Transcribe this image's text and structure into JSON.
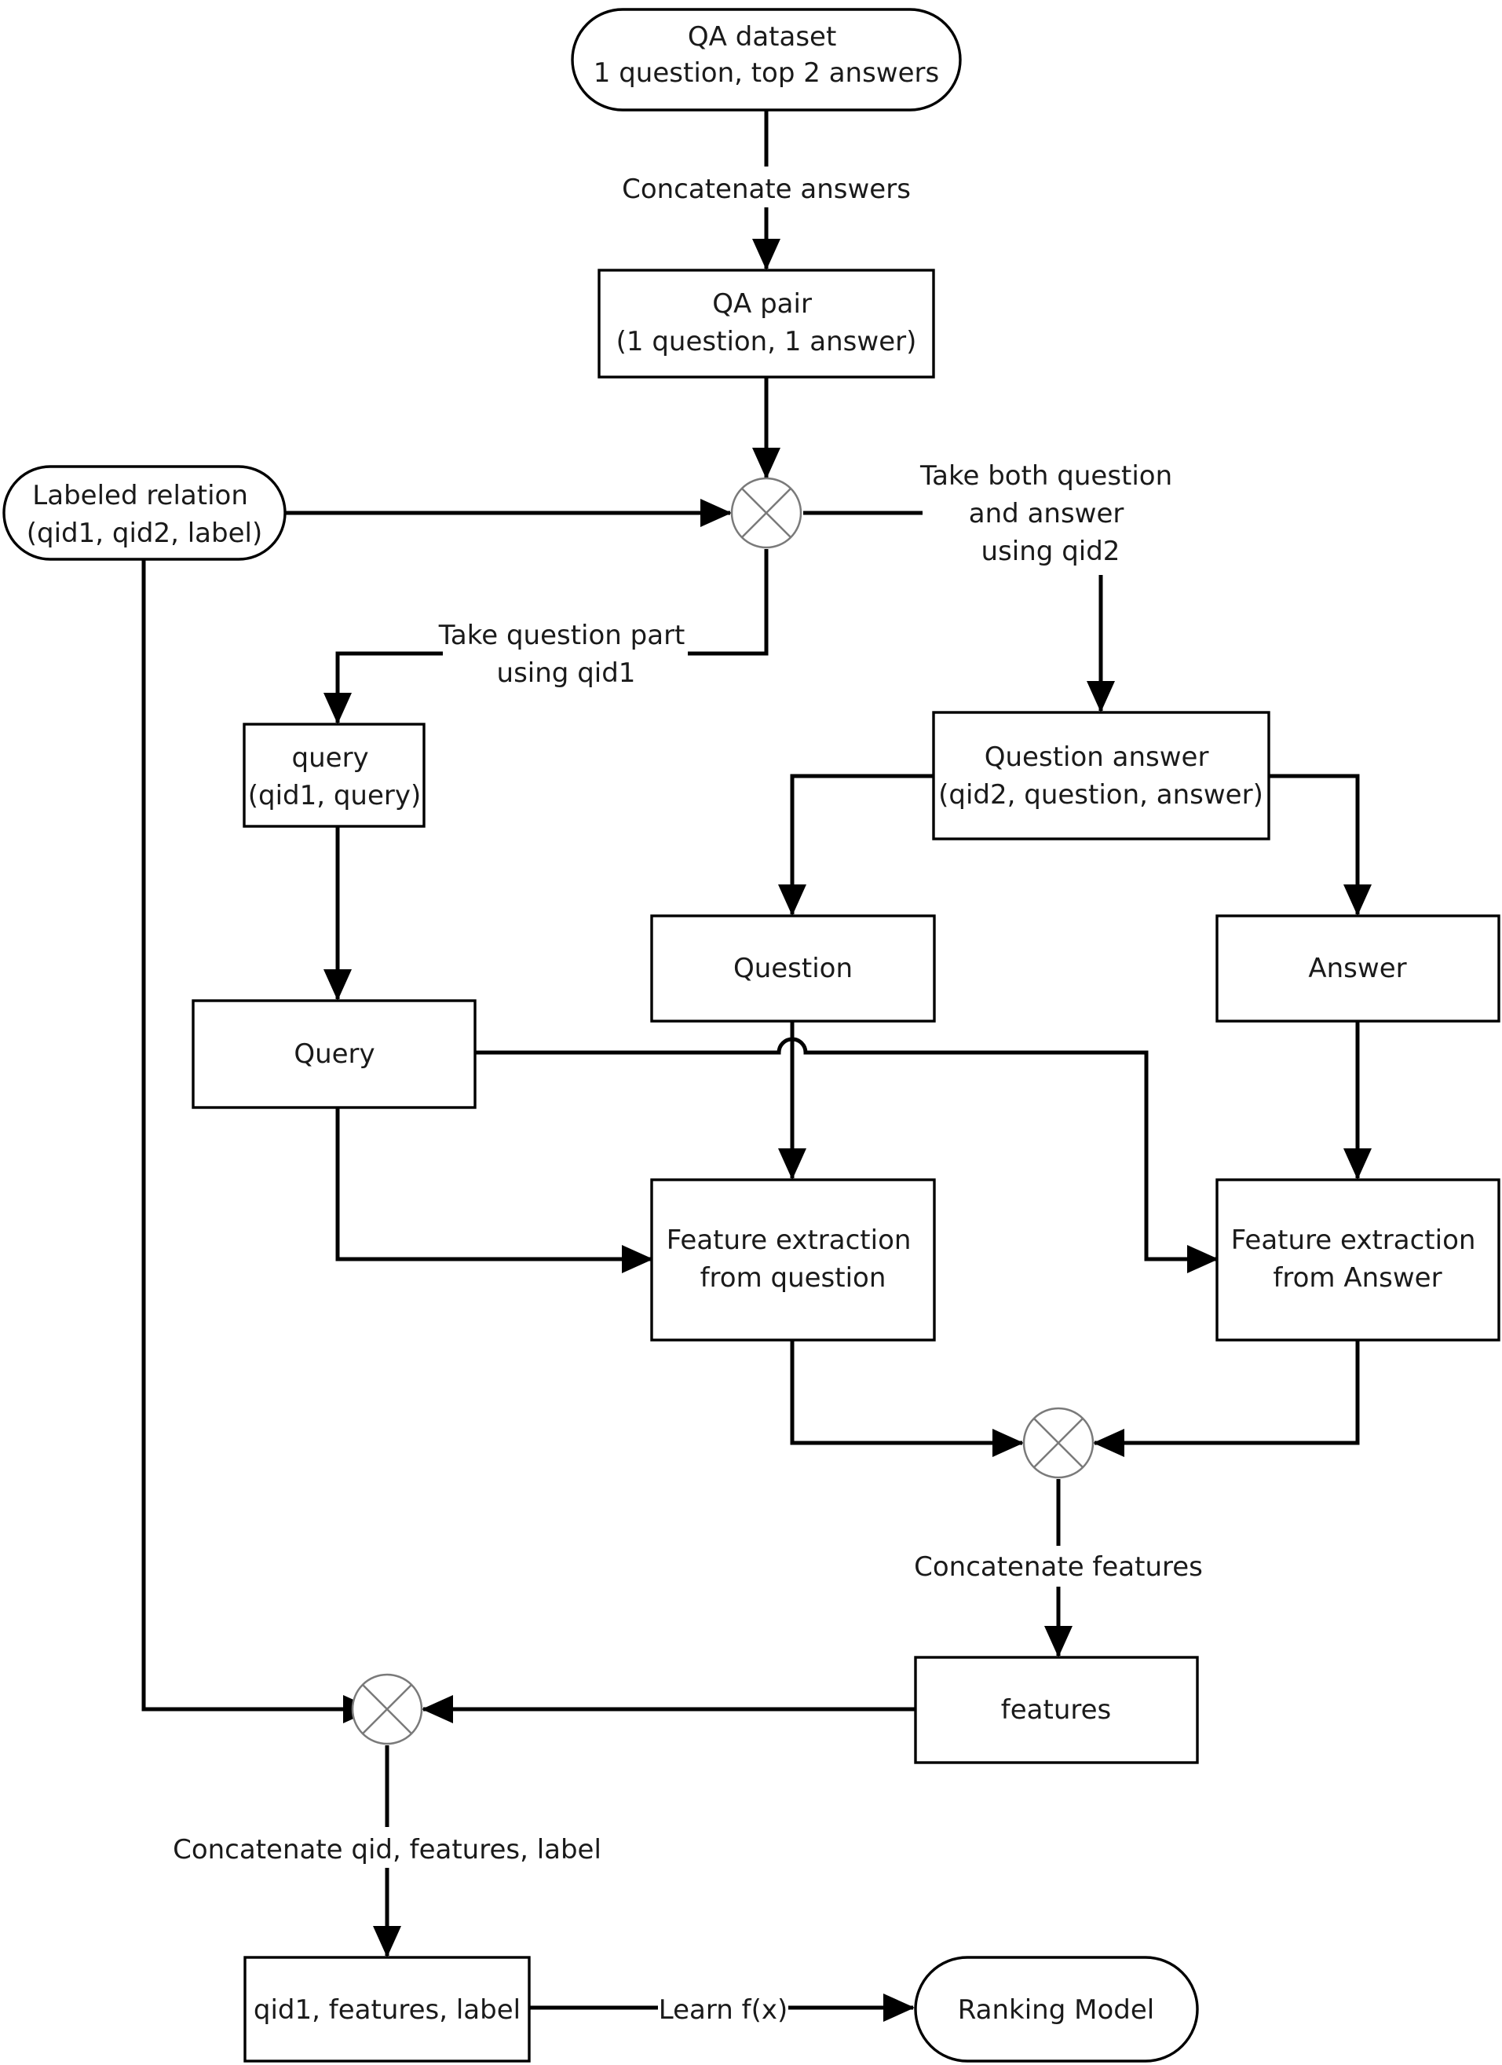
{
  "nodes": {
    "qa_dataset": [
      "QA dataset",
      "1 question, top 2 answers"
    ],
    "qa_pair": [
      "QA pair",
      "(1 question, 1 answer)"
    ],
    "labeled_relation": [
      "Labeled relation",
      "(qid1, qid2, label)"
    ],
    "query_small": [
      "query",
      "(qid1, query)"
    ],
    "question_answer": [
      "Question answer",
      "(qid2, question, answer)"
    ],
    "question": [
      "Question"
    ],
    "answer": [
      "Answer"
    ],
    "query": [
      "Query"
    ],
    "feature_question": [
      "Feature extraction",
      "from question"
    ],
    "feature_answer": [
      "Feature extraction",
      "from Answer"
    ],
    "features": [
      "features"
    ],
    "final_rows": [
      "qid1, features, label"
    ],
    "ranking_model": [
      "Ranking Model"
    ]
  },
  "edge_labels": {
    "concat_answers": [
      "Concatenate answers"
    ],
    "take_both": [
      "Take both question",
      "and answer",
      "using qid2"
    ],
    "take_question": [
      "Take question part",
      "using qid1"
    ],
    "concat_features": [
      "Concatenate features"
    ],
    "concat_all": [
      "Concatenate qid, features, label"
    ],
    "learn": [
      "Learn f(x)"
    ]
  }
}
